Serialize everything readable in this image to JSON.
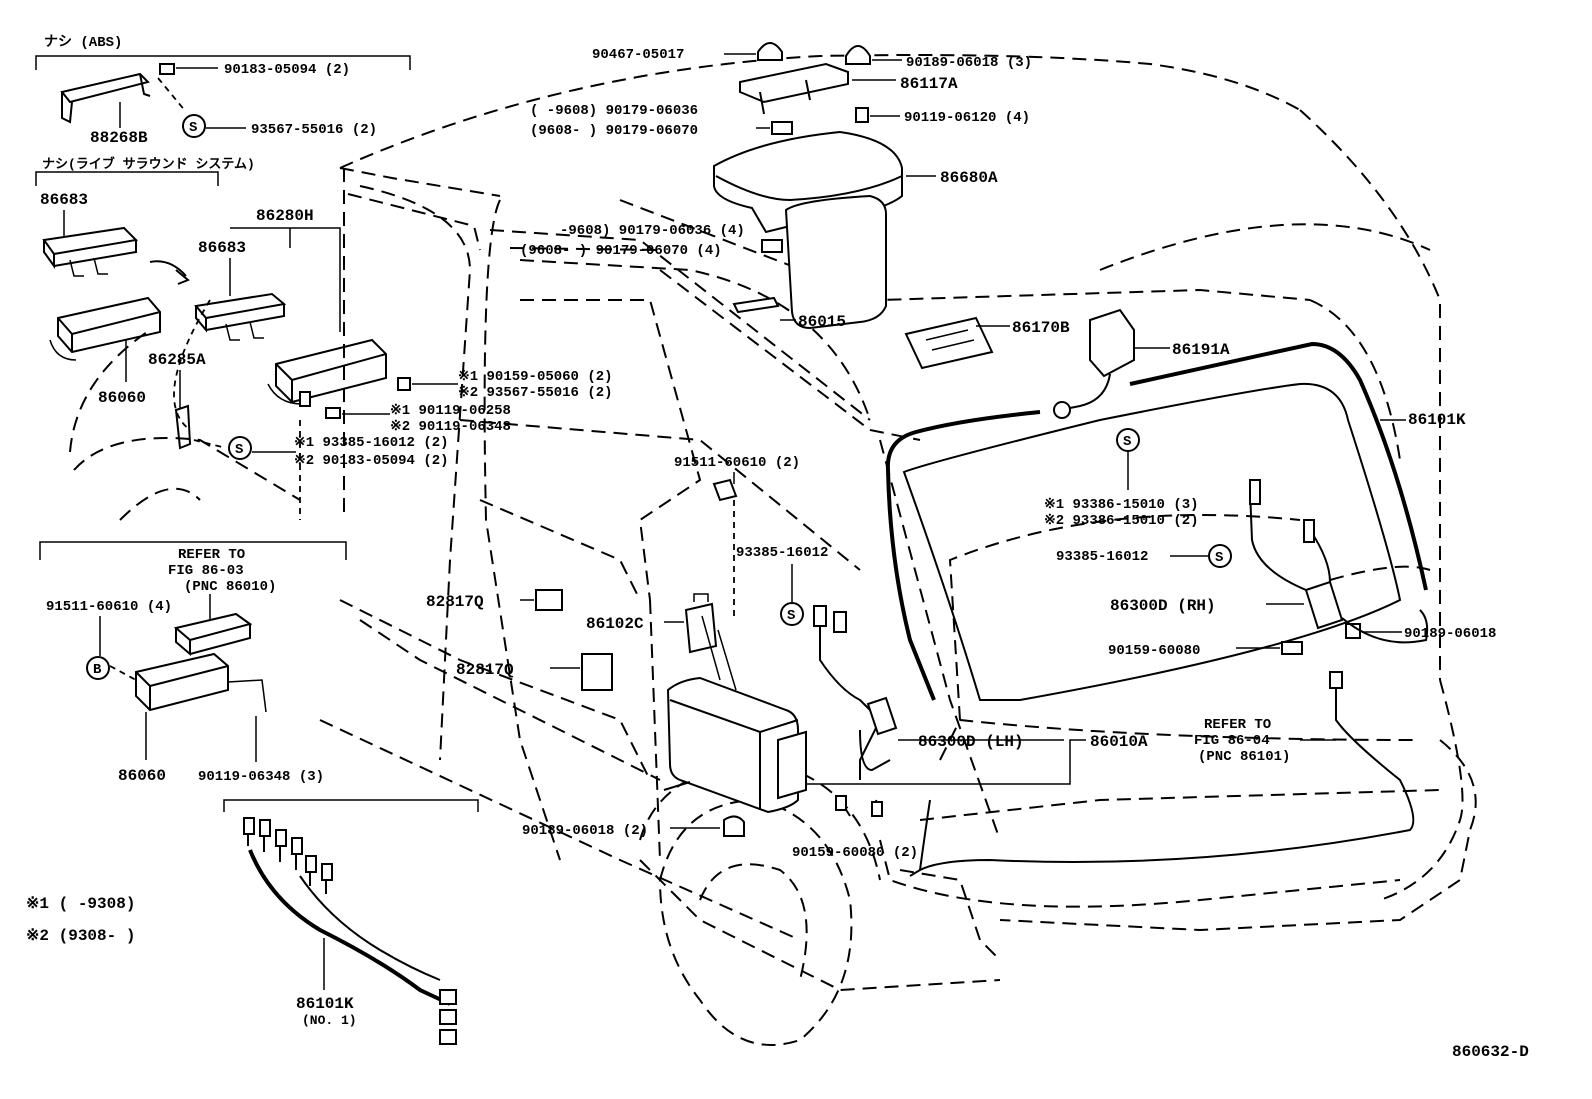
{
  "labels": {
    "abs_note": "ナシ (ABS)",
    "sound_note": "ナシ(ライブ サラウンド システム)",
    "p90183_05094_2": "90183-05094 (2)",
    "p88268b": "88268B",
    "p93567_55016_2": "93567-55016 (2)",
    "p86683_a": "86683",
    "p86683_b": "86683",
    "p86280h": "86280H",
    "p86060_a": "86060",
    "p86285a": "86285A",
    "s1_90159": "※1  90159-05060 (2)",
    "s2_93567": "※2  93567-55016 (2)",
    "s1_90119_06258": "※1  90119-06258",
    "s2_90119_06348": "※2  90119-06348",
    "s1_93385": "※1  93385-16012 (2)",
    "s2_90183": "※2  90183-05094 (2)",
    "refer1_a": "REFER TO",
    "refer1_b": "FIG 86-03",
    "refer1_c": "(PNC 86010)",
    "p91511_4": "91511-60610 (4)",
    "p86060_b": "86060",
    "p90119_06348_3": "90119-06348 (3)",
    "note1": "※1 (      -9308)",
    "note2": "※2 (9308-       )",
    "p86101k_no1": "86101K",
    "no1": "(NO. 1)",
    "p90467": "90467-05017",
    "p90189_06018_3": "90189-06018 (3)",
    "p86117a": "86117A",
    "range_9608_a": "(     -9608) 90179-06036",
    "range_9608_b": "(9608-     ) 90179-06070",
    "p90119_06120": "90119-06120 (4)",
    "p86680a": "86680A",
    "range_9608_c": "-9608) 90179-06036 (4)",
    "range_9608_d": "(9608-     ) 90179-06070 (4)",
    "p86015": "86015",
    "p86170b": "86170B",
    "p86191a": "86191A",
    "p86101k": "86101K",
    "p91511_2": "91511-60610 (2)",
    "p93385_a": "93385-16012",
    "s1_93386": "※1  93386-15010 (3)",
    "s2_93386": "※2  93386-15010 (2)",
    "p93385_b": "93385-16012",
    "p82817q_a": "82817Q",
    "p86102c": "86102C",
    "p82817q_b": "82817Q",
    "p86300d_rh": "86300D (RH)",
    "p90159_60080": "90159-60080",
    "p90189_06018": "90189-06018",
    "p86300d_lh": "86300D (LH)",
    "p86010a": "86010A",
    "refer2_a": "REFER TO",
    "refer2_b": "FIG 86-04",
    "refer2_c": "(PNC 86101)",
    "p90189_06018_2": "90189-06018 (2)",
    "p90159_60080_2": "90159-60080 (2)",
    "fig_id": "860632-D",
    "s_symbol": "S",
    "b_symbol": "B"
  }
}
